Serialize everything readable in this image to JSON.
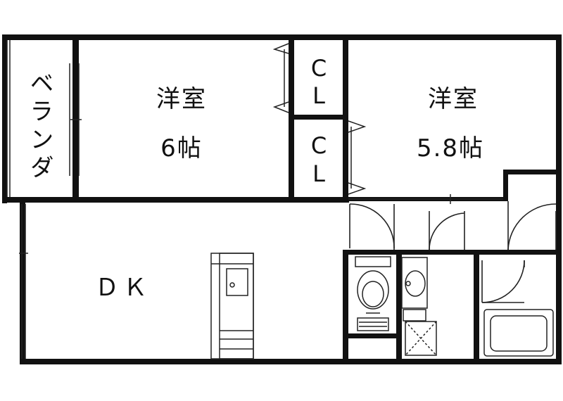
{
  "rooms": {
    "veranda": {
      "label": "ベランダ"
    },
    "western_room_1": {
      "name": "洋室",
      "size": "6帖"
    },
    "closet_1": {
      "line1": "C",
      "line2": "L"
    },
    "closet_2": {
      "line1": "C",
      "line2": "L"
    },
    "western_room_2": {
      "name": "洋室",
      "size": "5.8帖"
    },
    "dining_kitchen": {
      "label": "ＤＫ"
    }
  },
  "colors": {
    "wall": "#111111",
    "line": "#222222",
    "background": "#ffffff"
  },
  "icons": [
    "toilet-icon",
    "washbasin-icon",
    "bathtub-icon",
    "kitchen-sink-icon",
    "shower-drain-icon",
    "door-swing-icon"
  ]
}
